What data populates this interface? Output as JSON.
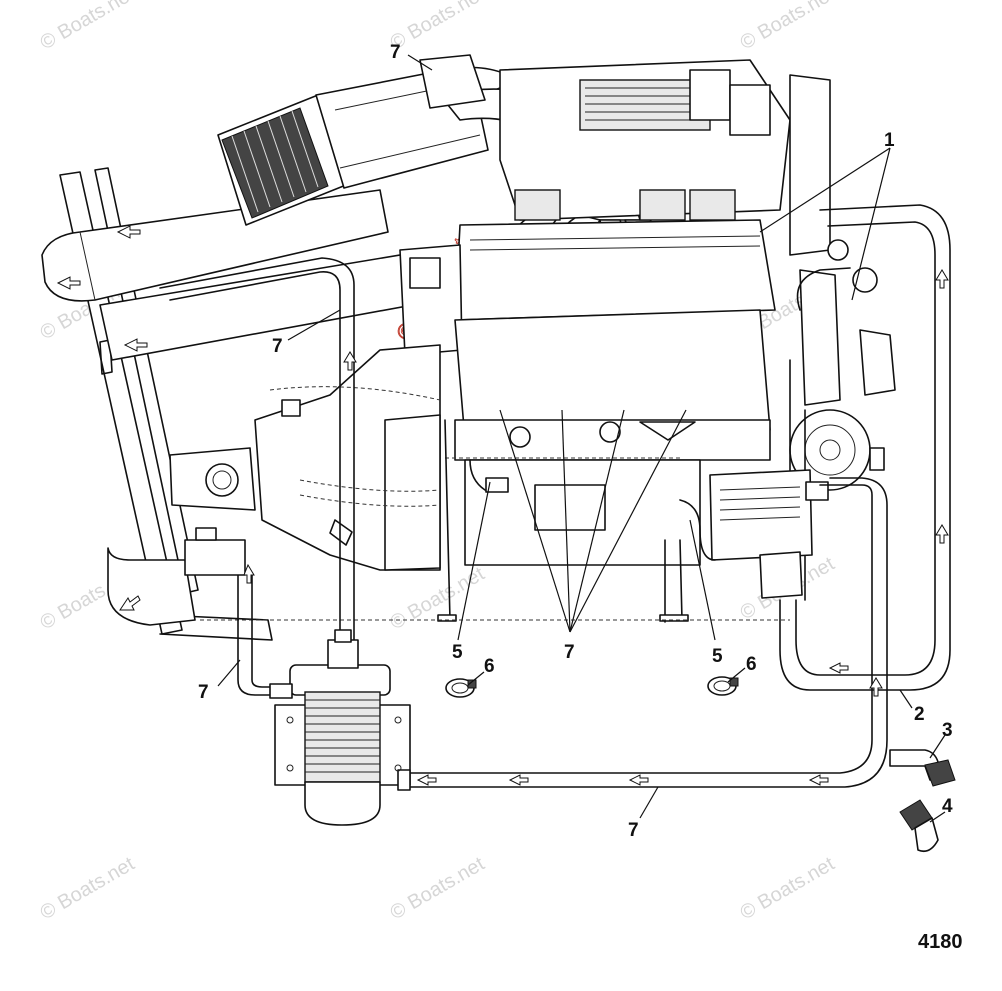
{
  "figure_number": "4180",
  "watermark": "© Boats.net",
  "callouts": [
    {
      "id": "c1",
      "label": "1"
    },
    {
      "id": "c2",
      "label": "2"
    },
    {
      "id": "c3",
      "label": "3"
    },
    {
      "id": "c4",
      "label": "4"
    },
    {
      "id": "c5a",
      "label": "5"
    },
    {
      "id": "c5b",
      "label": "5"
    },
    {
      "id": "c6a",
      "label": "6"
    },
    {
      "id": "c6b",
      "label": "6"
    },
    {
      "id": "c7a",
      "label": "7"
    },
    {
      "id": "c7b",
      "label": "7"
    },
    {
      "id": "c7c",
      "label": "7"
    },
    {
      "id": "c7d",
      "label": "7"
    },
    {
      "id": "c7e",
      "label": "7"
    }
  ]
}
